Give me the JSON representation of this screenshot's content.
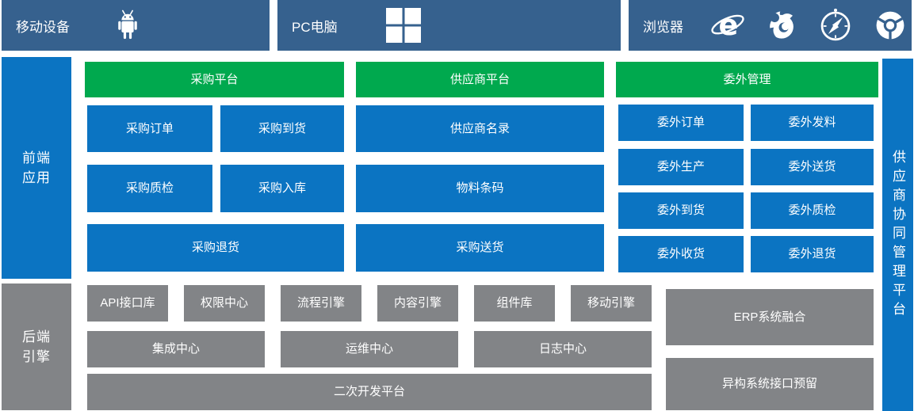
{
  "colors": {
    "topbar": "#36618e",
    "blue": "#0b74c2",
    "green": "#00a94e",
    "gray": "#828487"
  },
  "topbar": {
    "mobile": {
      "label": "移动设备",
      "icon": "android-icon"
    },
    "pc": {
      "label": "PC电脑",
      "icon": "windows-icon"
    },
    "browser": {
      "label": "浏览器",
      "icons": [
        "ie-icon",
        "firefox-icon",
        "safari-icon",
        "chrome-icon"
      ]
    }
  },
  "sidebar": {
    "frontend": "前端应用",
    "backend": "后端引擎",
    "right_platform": "供应商协同管理平台"
  },
  "frontend": {
    "purchase": {
      "header": "采购平台",
      "items": [
        "采购订单",
        "采购到货",
        "采购质检",
        "采购入库",
        "采购退货"
      ]
    },
    "supplier": {
      "header": "供应商平台",
      "items": [
        "供应商名录",
        "物料条码",
        "采购送货"
      ]
    },
    "outsource": {
      "header": "委外管理",
      "items": [
        "委外订单",
        "委外发料",
        "委外生产",
        "委外送货",
        "委外到货",
        "委外质检",
        "委外收货",
        "委外退货"
      ]
    }
  },
  "backend": {
    "row1": [
      "API接口库",
      "权限中心",
      "流程引擎",
      "内容引擎",
      "组件库",
      "移动引擎"
    ],
    "row2": [
      "集成中心",
      "运维中心",
      "日志中心"
    ],
    "row3": [
      "二次开发平台"
    ],
    "integration": [
      "ERP系统融合",
      "异构系统接口预留"
    ]
  }
}
